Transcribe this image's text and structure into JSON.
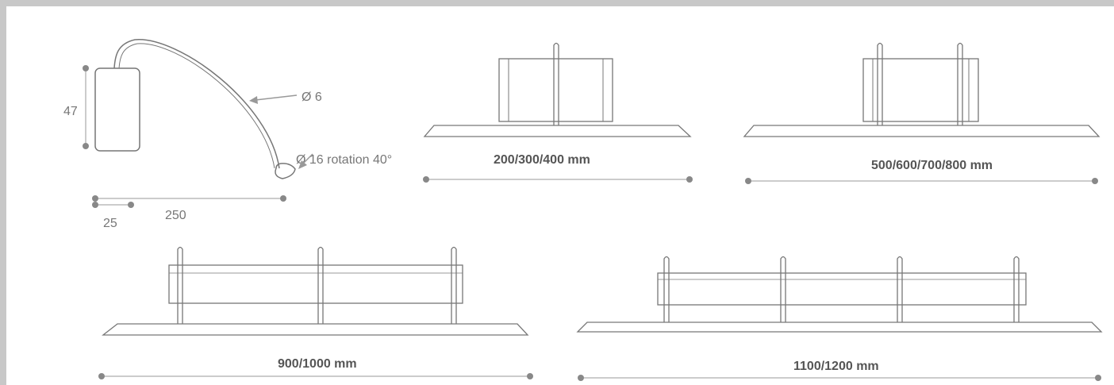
{
  "side_view": {
    "height_label": "47",
    "arm_diameter_label": "Ø 6",
    "head_label": "Ø 16  rotation 40°",
    "offset_label": "25",
    "reach_label": "250"
  },
  "variants": [
    {
      "label": "200/300/400 mm"
    },
    {
      "label": "500/600/700/800 mm"
    },
    {
      "label": "900/1000 mm"
    },
    {
      "label": "1100/1200 mm"
    }
  ],
  "colors": {
    "background": "#c8c8c8",
    "drawing_line": "#777777",
    "dimension_line": "#9a9a9a",
    "dot": "#888888"
  }
}
